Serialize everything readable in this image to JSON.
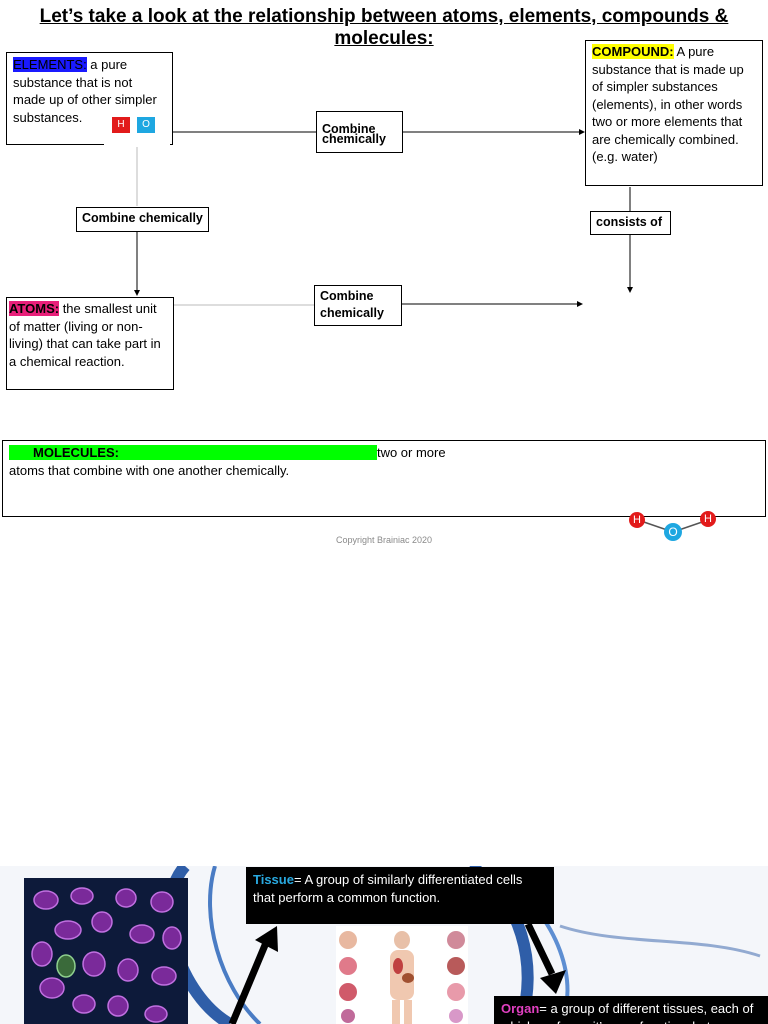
{
  "title": "Let’s take a look at the relationship between atoms, elements, compounds & molecules:",
  "elements": {
    "term": "ELEMENTS:",
    "text": " a pure substance that is not made up of other simpler substances.",
    "atom_h": "H",
    "atom_o": "O"
  },
  "compound": {
    "term": "COMPOUND:",
    "text": " A pure substance that is made up of simpler substances (elements), in other words two or more elements that are chemically combined. (e.g. water)"
  },
  "atoms": {
    "term": "ATOMS:",
    "text": " the smallest unit of matter (living or non-living) that can take part in a chemical reaction."
  },
  "molecules": {
    "term": "MOLECULES:",
    "text_line1": "two or more",
    "text_line2": "atoms that combine with one another chemically."
  },
  "connectors": {
    "top_combine": "Combine chemically",
    "left_combine": "Combine chemically",
    "middle_combine": "Combine chemically",
    "consists_of": "consists of"
  },
  "water_molecule": {
    "h1": "H",
    "o": "O",
    "h2": "H"
  },
  "copyright": "Copyright Brainiac 2020",
  "banner": {
    "tissue_term": "Tissue",
    "tissue_text": "= A group of similarly differentiated cells that perform a common function.",
    "organ_term": "Organ",
    "organ_text": "= a group of different tissues, each of which performs it’s own function, but"
  },
  "colors": {
    "elements_highlight": "#1a1aff",
    "compound_highlight": "#ffff00",
    "atoms_highlight": "#e8207a",
    "molecules_highlight": "#00ff00",
    "hydrogen": "#e21b1b",
    "oxygen": "#1ea7e1",
    "tissue_term": "#29a9e0",
    "organ_term": "#e040c0"
  }
}
